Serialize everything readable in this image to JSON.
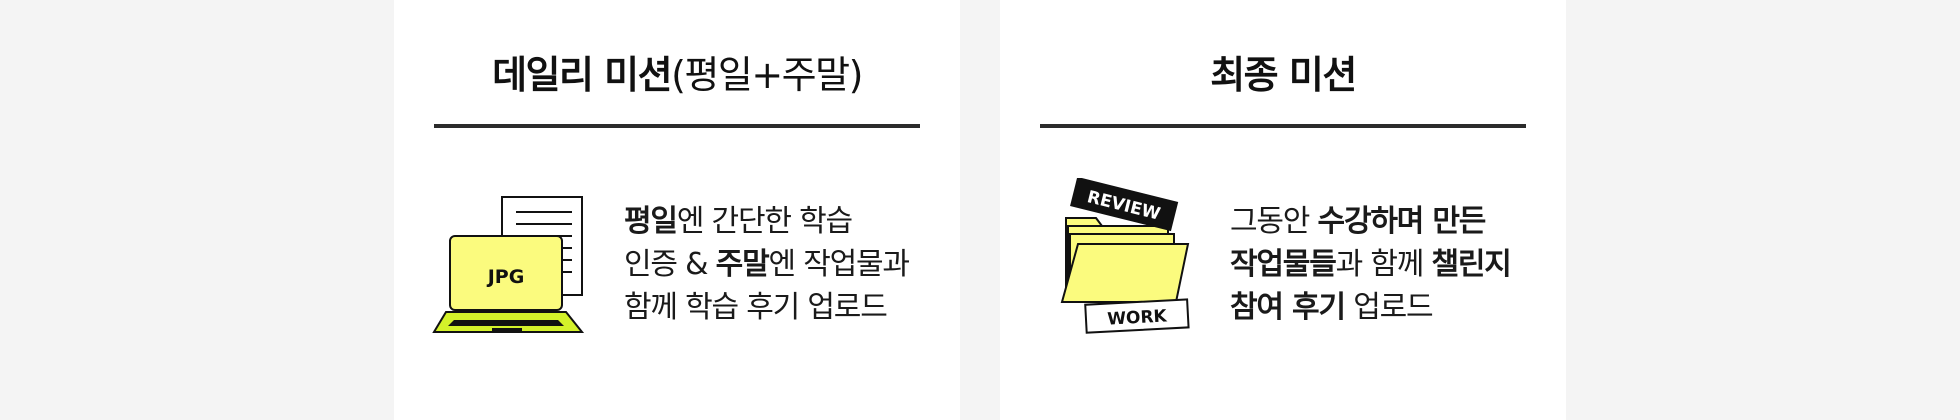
{
  "colors": {
    "page_bg": "#f4f4f4",
    "card_bg": "#ffffff",
    "accent_yellow": "#fbfb7e",
    "accent_lime": "#d4f22a",
    "ink": "#111111"
  },
  "daily_mission": {
    "title_bold": "데일리 미션",
    "title_light": "(평일+주말)",
    "illustration": {
      "icon": "laptop-icon",
      "screen_label": "JPG"
    },
    "description": {
      "line1_bold": "평일",
      "line1_rest": "엔 간단한 학습",
      "line2_pre": "인증 & ",
      "line2_bold": "주말",
      "line2_rest": "엔 작업물과",
      "line3": "함께 학습 후기 업로드"
    }
  },
  "final_mission": {
    "title": "최종 미션",
    "illustration": {
      "icon": "folder-icon",
      "tag_top": "REVIEW",
      "tag_bottom": "WORK"
    },
    "description": {
      "line1_pre": "그동안 ",
      "line1_bold": "수강하며 만든",
      "line2_bold": "작업물들",
      "line2_mid": "과 함께 ",
      "line2_bold2": "챌린지",
      "line3_bold": "참여 후기",
      "line3_rest": " 업로드"
    }
  }
}
